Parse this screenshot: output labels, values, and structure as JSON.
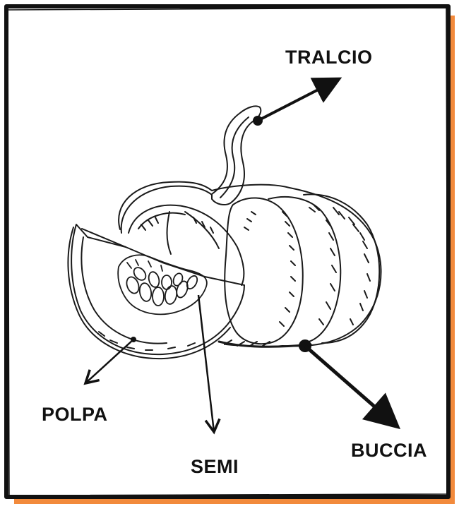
{
  "diagram": {
    "subject": "pumpkin",
    "labels": {
      "stem": "TRALCIO",
      "flesh": "POLPA",
      "seeds": "SEMI",
      "skin": "BUCCIA"
    }
  },
  "colors": {
    "frame_shadow": "#f28a3c",
    "ink": "#111111",
    "paper": "#ffffff"
  }
}
